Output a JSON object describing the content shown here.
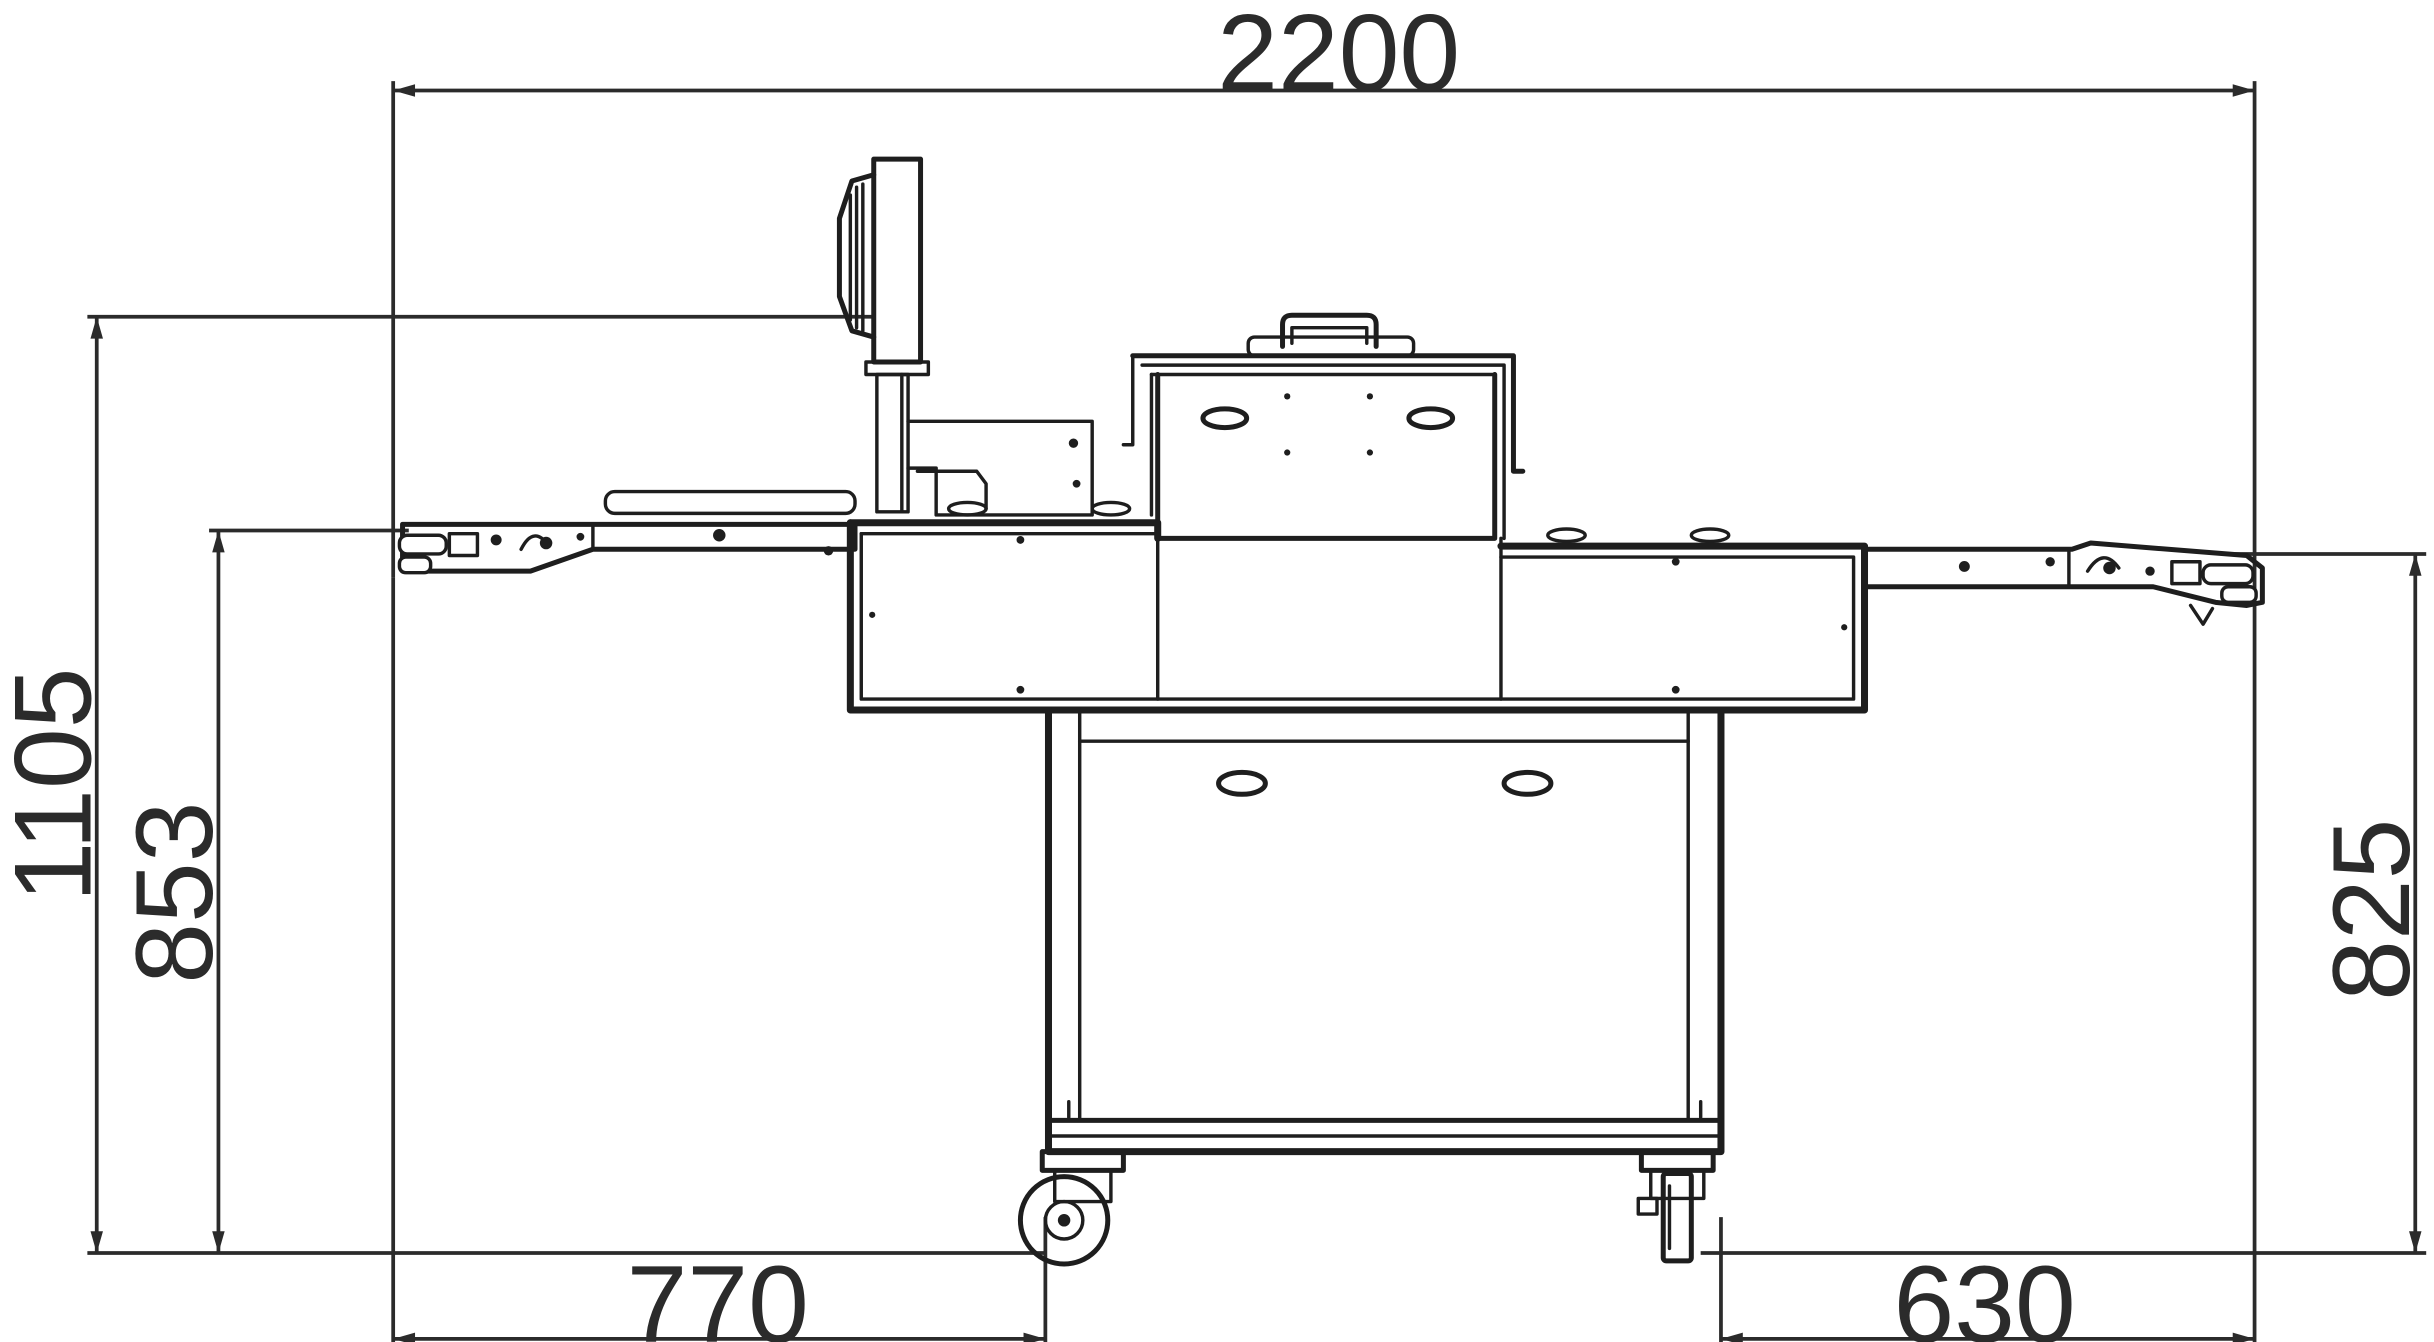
{
  "dimensions": {
    "overall_width": "2200",
    "overall_height": "1105",
    "left_infeed_height": "853",
    "right_outfeed_height": "825",
    "left_offset": "770",
    "right_offset": "630"
  }
}
